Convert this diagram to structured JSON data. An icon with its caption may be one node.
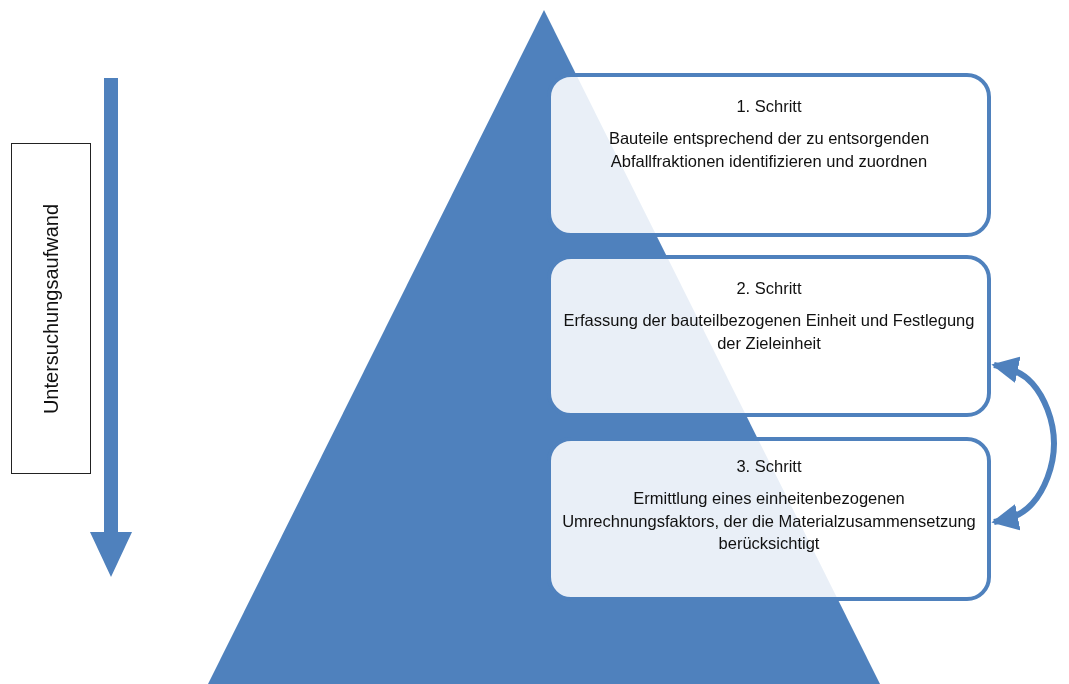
{
  "diagram": {
    "nodes": [
      {
        "text": [],
        "shape": "triangle"
      },
      {
        "text": [
          "1. Schritt",
          "Bauteile entsprechend der zu entsorgenden Abfallfraktionen identifizieren und zuordnen"
        ]
      },
      {
        "text": [
          "2. Schritt",
          "Erfassung der bauteilbezogenen Einheit und Festlegung der Zieleinheit"
        ]
      },
      {
        "text": [
          "3. Schritt",
          "Ermittlung eines einheitenbezogenen Umrechnungsfaktors, der die Materialzusammensetzung berücksichtigt"
        ]
      },
      {
        "text": [
          "Untersuchungsaufwand"
        ]
      }
    ],
    "edges": [
      {
        "from": 2,
        "to": 3,
        "arrow": "both"
      }
    ]
  }
}
